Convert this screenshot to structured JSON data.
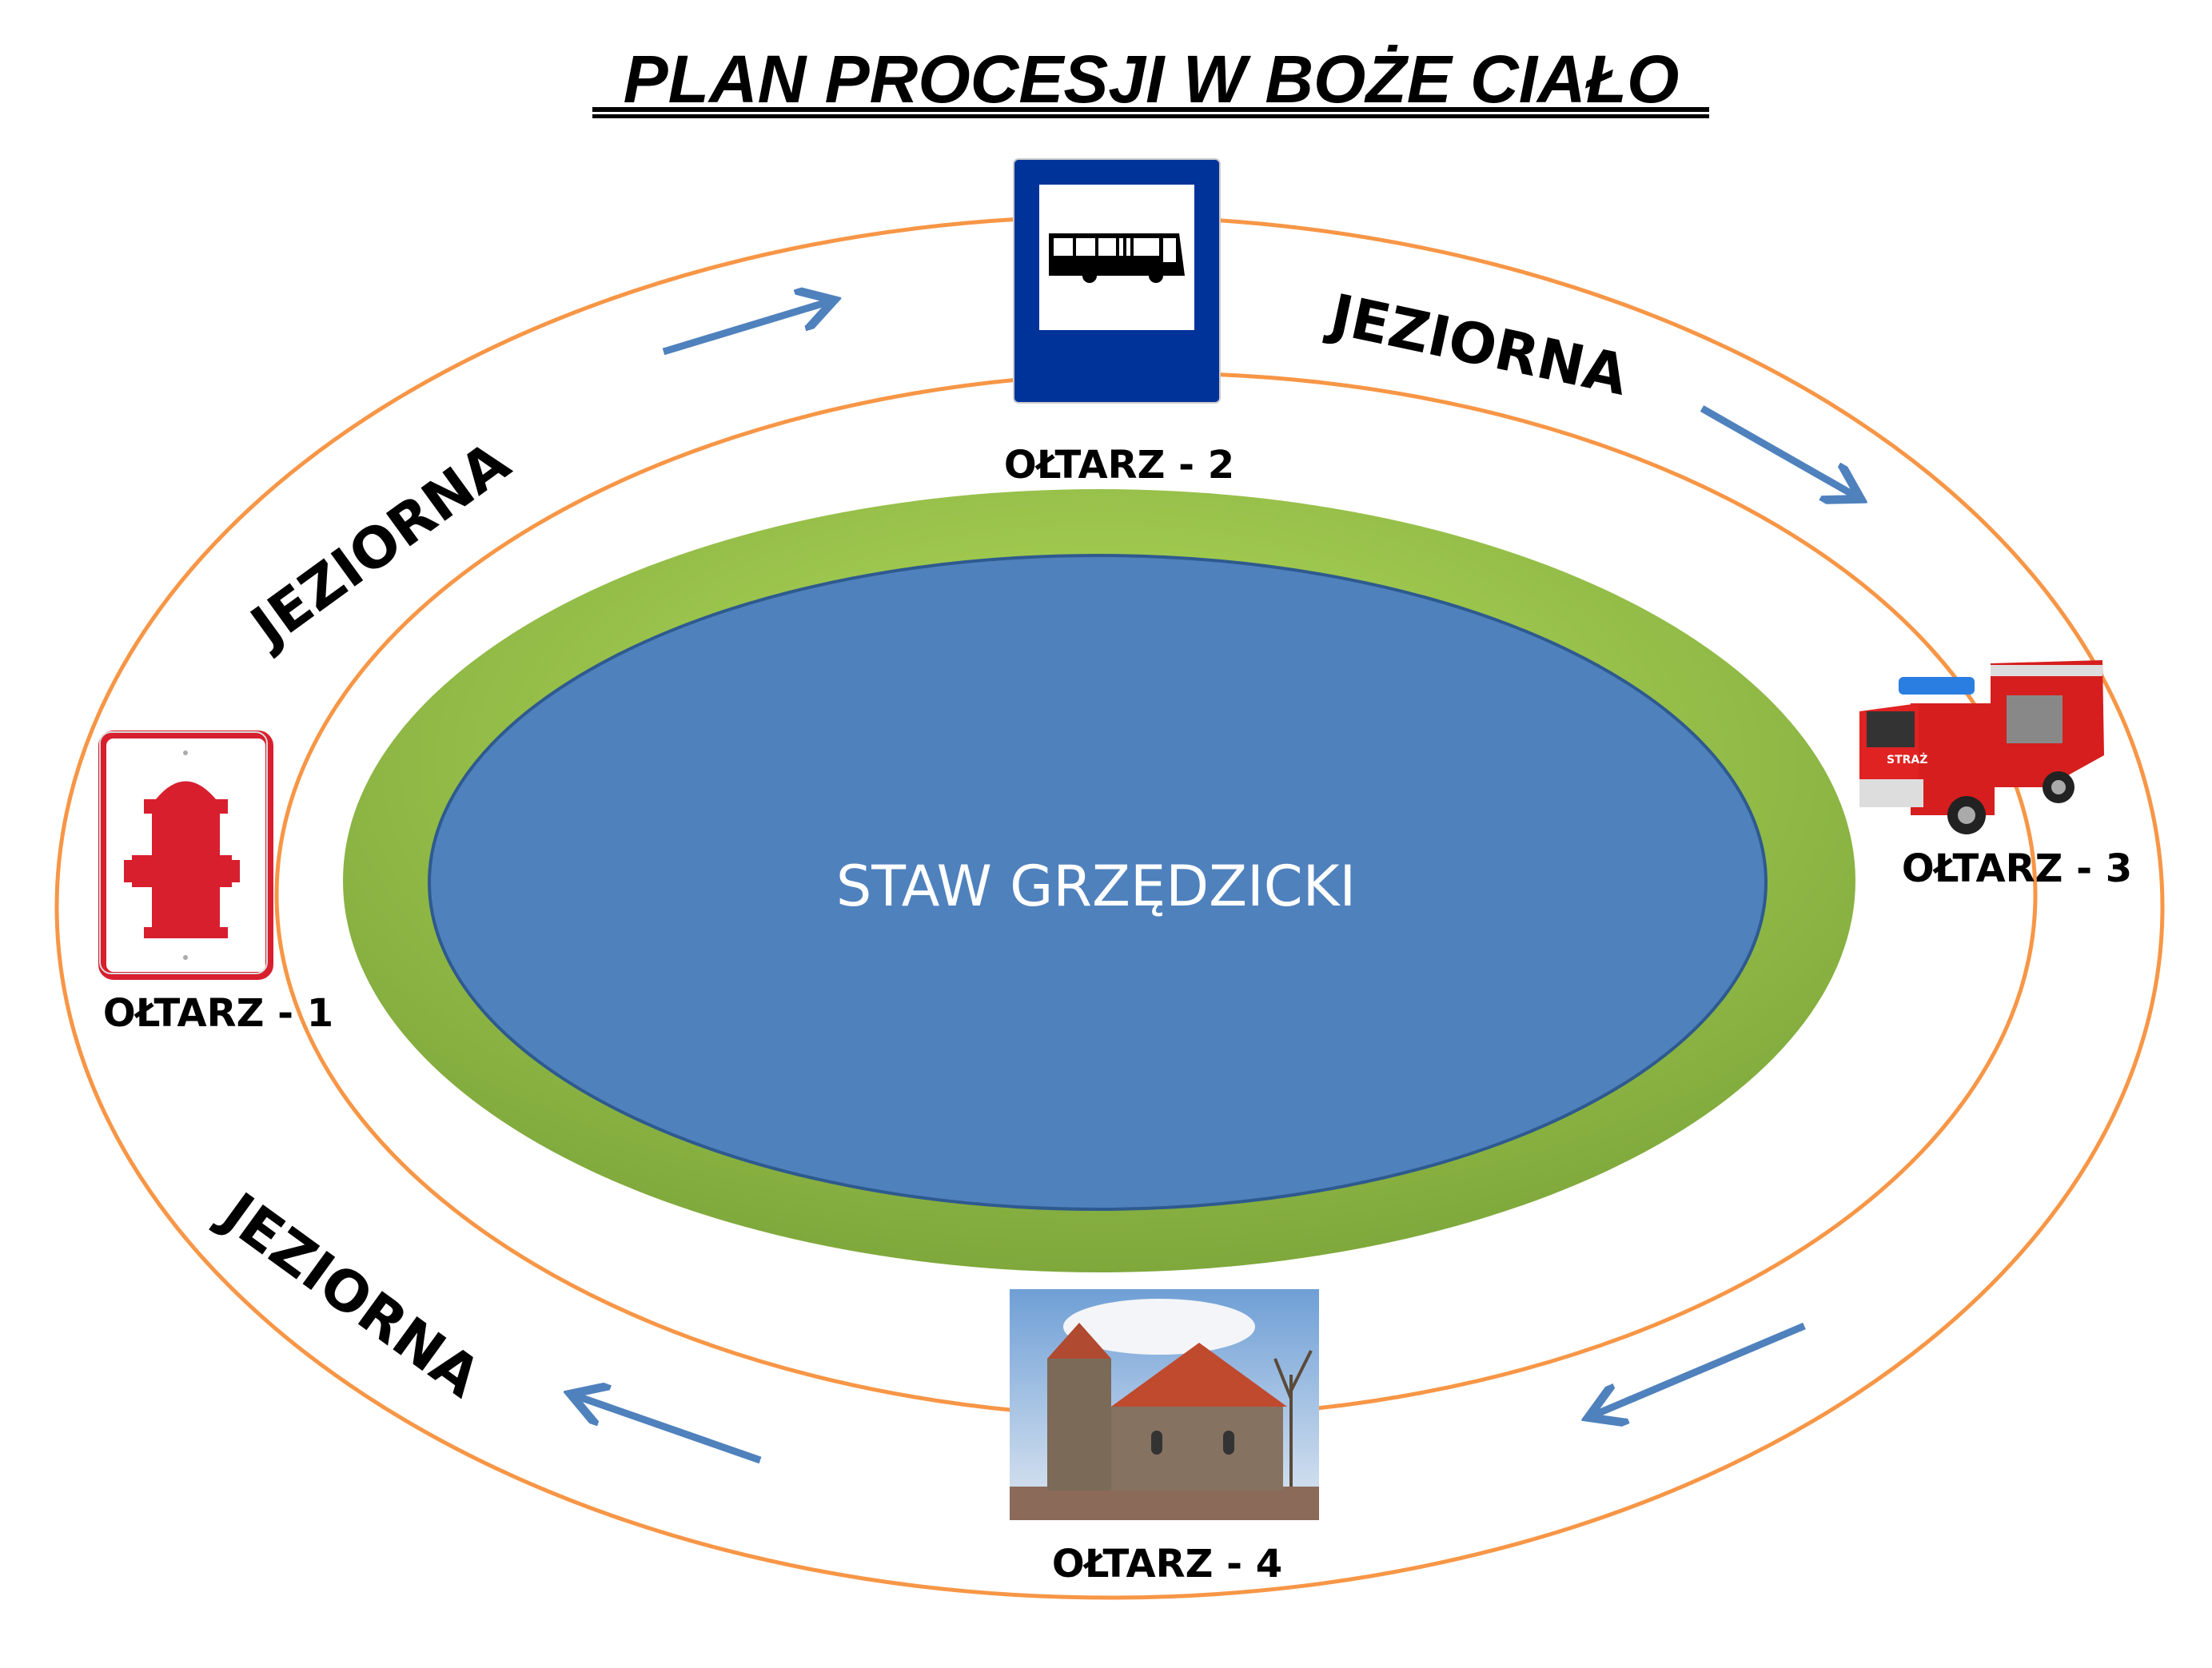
{
  "title": "PLAN  PROCESJI  W BOŻE CIAŁO",
  "lake_label": "STAW GRZĘDZICKI",
  "streets": [
    "JEZIORNA",
    "JEZIORNA",
    "JEZIORNA"
  ],
  "altars": [
    {
      "label": "OŁTARZ - 1",
      "icon": "fire-hydrant-sign-icon"
    },
    {
      "label": "OŁTARZ  - 2",
      "icon": "bus-stop-sign-icon"
    },
    {
      "label": "OŁTARZ - 3",
      "icon": "fire-truck-image"
    },
    {
      "label": "OŁTARZ - 4",
      "icon": "church-photo"
    }
  ],
  "fire_truck_text": "STRAŻ",
  "colors": {
    "road": "#f79646",
    "grass": "#92c64a",
    "water": "#4f81bd",
    "arrow": "#4f81bd",
    "sign_blue": "#003399",
    "hydrant_red": "#d71f2e"
  }
}
